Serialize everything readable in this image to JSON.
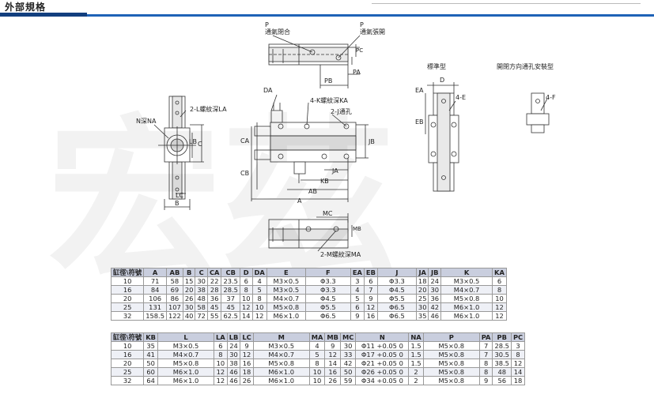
{
  "header": {
    "title": "外部規格"
  },
  "watermark": {
    "text": "宏茲"
  },
  "labels": {
    "p_close": "P",
    "p_close_text": "通氣閉合",
    "p_open": "P",
    "p_open_text": "通氣張開",
    "pc": "PC",
    "pb": "PB",
    "pa": "PA",
    "standard_type": "標準型",
    "side_port_type": "開閉方向通孔安裝型",
    "d": "D",
    "ea": "EA",
    "eb": "EB",
    "four_e": "4-E",
    "four_f": "4-F",
    "da": "DA",
    "k_thread": "4-K螺紋深KA",
    "j_hole": "2-J通孔",
    "l_thread": "2-L螺紋深LA",
    "n_depth": "N深NA",
    "lb": "LB",
    "c": "C",
    "lc": "LC",
    "b": "B",
    "ca": "CA",
    "cb": "CB",
    "jb": "JB",
    "ja": "JA",
    "kb": "KB",
    "ab": "AB",
    "a": "A",
    "mc": "MC",
    "mb": "MB",
    "m_thread": "2-M螺紋深MA"
  },
  "table1": {
    "headers": [
      "缸徑\\符號",
      "A",
      "AB",
      "B",
      "C",
      "CA",
      "CB",
      "D",
      "DA",
      "E",
      "F",
      "EA",
      "EB",
      "J",
      "JA",
      "JB",
      "K",
      "KA"
    ],
    "rows": [
      [
        "10",
        "71",
        "58",
        "15",
        "30",
        "22",
        "23.5",
        "6",
        "4",
        "M3×0.5",
        "Φ3.3",
        "3",
        "6",
        "Φ3.3",
        "18",
        "24",
        "M3×0.5",
        "6"
      ],
      [
        "16",
        "84",
        "69",
        "20",
        "38",
        "28",
        "28.5",
        "8",
        "5",
        "M3×0.5",
        "Φ3.3",
        "4",
        "7",
        "Φ4.5",
        "20",
        "30",
        "M4×0.7",
        "8"
      ],
      [
        "20",
        "106",
        "86",
        "26",
        "48",
        "36",
        "37",
        "10",
        "8",
        "M4×0.7",
        "Φ4.5",
        "5",
        "9",
        "Φ5.5",
        "25",
        "36",
        "M5×0.8",
        "10"
      ],
      [
        "25",
        "131",
        "107",
        "30",
        "58",
        "45",
        "45",
        "12",
        "10",
        "M5×0.8",
        "Φ5.5",
        "6",
        "12",
        "Φ6.5",
        "30",
        "42",
        "M6×1.0",
        "12"
      ],
      [
        "32",
        "158.5",
        "122",
        "40",
        "72",
        "55",
        "62.5",
        "14",
        "12",
        "M6×1.0",
        "Φ6.5",
        "9",
        "16",
        "Φ6.5",
        "35",
        "46",
        "M6×1.0",
        "12"
      ]
    ]
  },
  "table2": {
    "headers": [
      "缸徑\\符號",
      "KB",
      "L",
      "LA",
      "LB",
      "LC",
      "M",
      "MA",
      "MB",
      "MC",
      "N",
      "NA",
      "P",
      "PA",
      "PB",
      "PC"
    ],
    "rows": [
      [
        "10",
        "35",
        "M3×0.5",
        "6",
        "24",
        "9",
        "M3×0.5",
        "4",
        "9",
        "30",
        "Φ11 +0.05 0",
        "1.5",
        "M5×0.8",
        "7",
        "28.5",
        "3"
      ],
      [
        "16",
        "41",
        "M4×0.7",
        "8",
        "30",
        "12",
        "M4×0.7",
        "5",
        "12",
        "33",
        "Φ17 +0.05 0",
        "1.5",
        "M5×0.8",
        "7",
        "30.5",
        "8"
      ],
      [
        "20",
        "50",
        "M5×0.8",
        "10",
        "38",
        "16",
        "M5×0.8",
        "8",
        "14",
        "42",
        "Φ21 +0.05 0",
        "1.5",
        "M5×0.8",
        "8",
        "38.5",
        "12"
      ],
      [
        "25",
        "60",
        "M6×1.0",
        "12",
        "46",
        "18",
        "M6×1.0",
        "10",
        "16",
        "50",
        "Φ26 +0.05 0",
        "2",
        "M5×0.8",
        "8",
        "48",
        "14"
      ],
      [
        "32",
        "64",
        "M6×1.0",
        "12",
        "46",
        "26",
        "M6×1.0",
        "10",
        "26",
        "59",
        "Φ34 +0.05 0",
        "2",
        "M5×0.8",
        "9",
        "56",
        "18"
      ]
    ]
  }
}
